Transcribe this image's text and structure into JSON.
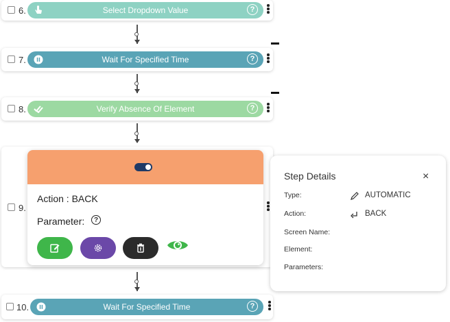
{
  "steps": [
    {
      "number": "6.",
      "label": "Select Dropdown Value",
      "color": "#8ed2c3",
      "icon": "hand-pointer-icon"
    },
    {
      "number": "7.",
      "label": "Wait For Specified Time",
      "color": "#5aa4b6",
      "icon": "pause-icon"
    },
    {
      "number": "8.",
      "label": "Verify Absence Of Element",
      "color": "#9cd9a2",
      "icon": "double-check-icon"
    },
    {
      "number": "9.",
      "label": "",
      "color": "#f6a06e",
      "icon": ""
    },
    {
      "number": "10.",
      "label": "Wait For Specified Time",
      "color": "#5aa4b6",
      "icon": "pause-icon"
    }
  ],
  "help_glyph": "?",
  "card": {
    "action": "Action : BACK",
    "parameter": "Parameter:",
    "help_glyph": "?",
    "buttons": [
      "edit-icon",
      "settings-icon",
      "trash-icon",
      "eye-icon"
    ],
    "colors": {
      "edit": "#3fb64a",
      "settings": "#6b48a8",
      "delete": "#2b2b2b",
      "eye": "#3fb64a"
    }
  },
  "details": {
    "title": "Step Details",
    "close": "×",
    "type_label": "Type:",
    "type_value": "AUTOMATIC",
    "action_label": "Action:",
    "action_value": "BACK",
    "screen_label": "Screen Name:",
    "element_label": "Element:",
    "parameters_label": "Parameters:"
  }
}
